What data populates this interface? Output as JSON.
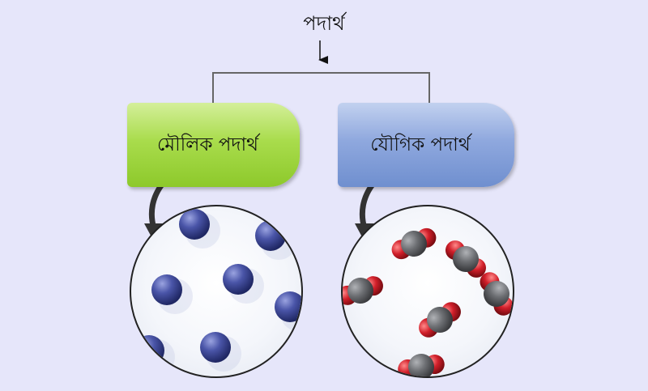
{
  "root": {
    "label": "পদার্থ"
  },
  "categories": [
    {
      "label": "মৌলিক পদার্থ",
      "color": "#a9dc4c"
    },
    {
      "label": "যৌগিক পদার্থ",
      "color": "#8fa8de"
    }
  ],
  "colors": {
    "background": "#e6e6fa",
    "atom": "#3f4b9e",
    "carbon": "#6d6f73",
    "oxygen": "#d11f2a"
  }
}
